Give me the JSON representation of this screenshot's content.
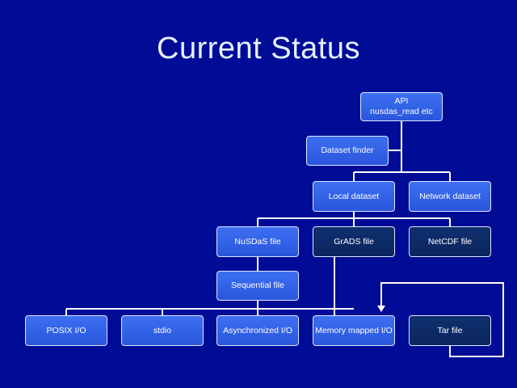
{
  "slide": {
    "title": "Current Status",
    "background_color": "#000b96",
    "node_colors": {
      "light": "#3a6cf0",
      "dark": "#0d2a66",
      "border": "#dfe6ff"
    }
  },
  "nodes": {
    "api": {
      "line1": "API",
      "line2": "nusdas_read etc"
    },
    "dataset_finder": {
      "label": "Dataset finder"
    },
    "local_dataset": {
      "label": "Local dataset"
    },
    "network_dataset": {
      "label": "Network dataset"
    },
    "nusdas_file": {
      "label": "NuSDaS file"
    },
    "grads_file": {
      "label": "GrADS file"
    },
    "netcdf_file": {
      "label": "NetCDF file"
    },
    "sequential_file": {
      "label": "Sequential file"
    },
    "posix_io": {
      "label": "POSIX I/O"
    },
    "stdio": {
      "label": "stdio"
    },
    "async_io": {
      "label": "Asynchronized I/O"
    },
    "memory_mapped_io": {
      "label": "Memory mapped I/O"
    },
    "tar_file": {
      "label": "Tar file"
    }
  }
}
